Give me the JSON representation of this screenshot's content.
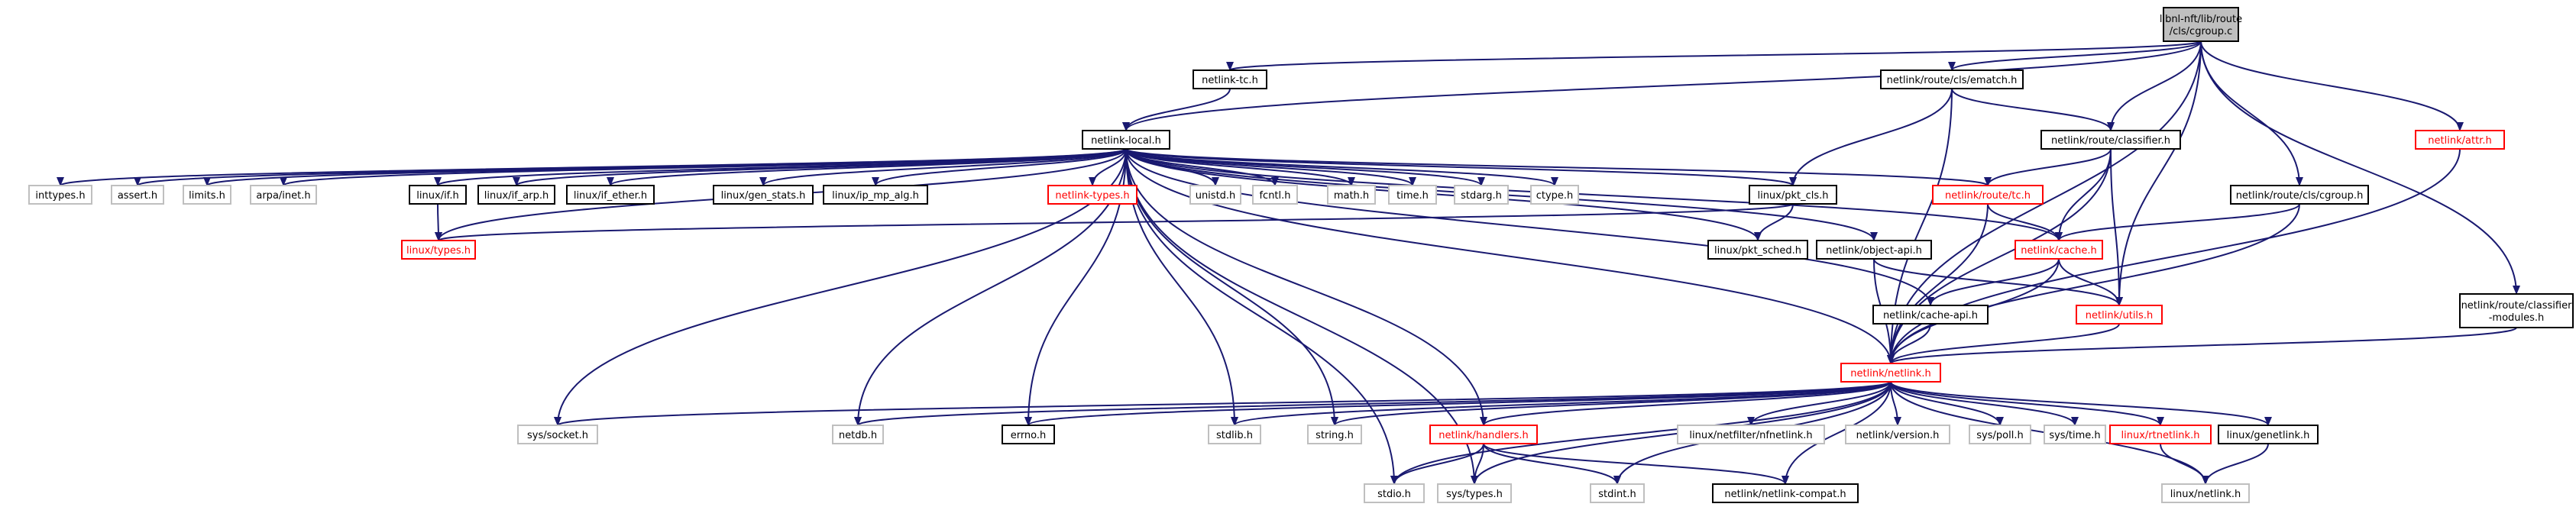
{
  "colors": {
    "edge": "#191970",
    "border_normal": "#000000",
    "border_missing": "#bfbfbf",
    "border_incomplete": "#ff0000",
    "root_fill": "#bfbfbf",
    "text_normal": "#000000",
    "text_incomplete": "#ff0000"
  },
  "nodes": [
    {
      "id": "root",
      "lines": [
        "libnl-nft/lib/route",
        "/cls/cgroup.c"
      ],
      "kind": "root"
    },
    {
      "id": "netlink_tc",
      "lines": [
        "netlink-tc.h"
      ],
      "kind": "normal"
    },
    {
      "id": "ematch",
      "lines": [
        "netlink/route/cls/ematch.h"
      ],
      "kind": "normal"
    },
    {
      "id": "netlink_local",
      "lines": [
        "netlink-local.h"
      ],
      "kind": "normal"
    },
    {
      "id": "classifier",
      "lines": [
        "netlink/route/classifier.h"
      ],
      "kind": "normal"
    },
    {
      "id": "attr",
      "lines": [
        "netlink/attr.h"
      ],
      "kind": "incomplete"
    },
    {
      "id": "inttypes",
      "lines": [
        "inttypes.h"
      ],
      "kind": "missing"
    },
    {
      "id": "assert",
      "lines": [
        "assert.h"
      ],
      "kind": "missing"
    },
    {
      "id": "limits",
      "lines": [
        "limits.h"
      ],
      "kind": "missing"
    },
    {
      "id": "arpa_inet",
      "lines": [
        "arpa/inet.h"
      ],
      "kind": "missing"
    },
    {
      "id": "linux_if",
      "lines": [
        "linux/if.h"
      ],
      "kind": "normal"
    },
    {
      "id": "linux_if_arp",
      "lines": [
        "linux/if_arp.h"
      ],
      "kind": "normal"
    },
    {
      "id": "linux_if_ether",
      "lines": [
        "linux/if_ether.h"
      ],
      "kind": "normal"
    },
    {
      "id": "linux_gen_stats",
      "lines": [
        "linux/gen_stats.h"
      ],
      "kind": "normal"
    },
    {
      "id": "linux_ip_mp_alg",
      "lines": [
        "linux/ip_mp_alg.h"
      ],
      "kind": "normal"
    },
    {
      "id": "netlink_types",
      "lines": [
        "netlink-types.h"
      ],
      "kind": "incomplete"
    },
    {
      "id": "unistd",
      "lines": [
        "unistd.h"
      ],
      "kind": "missing"
    },
    {
      "id": "fcntl",
      "lines": [
        "fcntl.h"
      ],
      "kind": "missing"
    },
    {
      "id": "math",
      "lines": [
        "math.h"
      ],
      "kind": "missing"
    },
    {
      "id": "time",
      "lines": [
        "time.h"
      ],
      "kind": "missing"
    },
    {
      "id": "stdarg",
      "lines": [
        "stdarg.h"
      ],
      "kind": "missing"
    },
    {
      "id": "ctype",
      "lines": [
        "ctype.h"
      ],
      "kind": "missing"
    },
    {
      "id": "linux_pkt_cls",
      "lines": [
        "linux/pkt_cls.h"
      ],
      "kind": "normal"
    },
    {
      "id": "route_tc",
      "lines": [
        "netlink/route/tc.h"
      ],
      "kind": "incomplete"
    },
    {
      "id": "cls_cgroup",
      "lines": [
        "netlink/route/cls/cgroup.h"
      ],
      "kind": "normal"
    },
    {
      "id": "linux_types",
      "lines": [
        "linux/types.h"
      ],
      "kind": "incomplete"
    },
    {
      "id": "linux_pkt_sched",
      "lines": [
        "linux/pkt_sched.h"
      ],
      "kind": "normal"
    },
    {
      "id": "object_api",
      "lines": [
        "netlink/object-api.h"
      ],
      "kind": "normal"
    },
    {
      "id": "cache",
      "lines": [
        "netlink/cache.h"
      ],
      "kind": "incomplete"
    },
    {
      "id": "cache_api",
      "lines": [
        "netlink/cache-api.h"
      ],
      "kind": "normal"
    },
    {
      "id": "utils",
      "lines": [
        "netlink/utils.h"
      ],
      "kind": "incomplete"
    },
    {
      "id": "classifier_modules",
      "lines": [
        "netlink/route/classifier",
        "-modules.h"
      ],
      "kind": "normal"
    },
    {
      "id": "netlink_h",
      "lines": [
        "netlink/netlink.h"
      ],
      "kind": "incomplete"
    },
    {
      "id": "sys_socket",
      "lines": [
        "sys/socket.h"
      ],
      "kind": "missing"
    },
    {
      "id": "netdb",
      "lines": [
        "netdb.h"
      ],
      "kind": "missing"
    },
    {
      "id": "errno",
      "lines": [
        "errno.h"
      ],
      "kind": "normal"
    },
    {
      "id": "stdlib",
      "lines": [
        "stdlib.h"
      ],
      "kind": "missing"
    },
    {
      "id": "string",
      "lines": [
        "string.h"
      ],
      "kind": "missing"
    },
    {
      "id": "handlers",
      "lines": [
        "netlink/handlers.h"
      ],
      "kind": "incomplete"
    },
    {
      "id": "nfnetlink",
      "lines": [
        "linux/netfilter/nfnetlink.h"
      ],
      "kind": "missing"
    },
    {
      "id": "version",
      "lines": [
        "netlink/version.h"
      ],
      "kind": "missing"
    },
    {
      "id": "sys_poll",
      "lines": [
        "sys/poll.h"
      ],
      "kind": "missing"
    },
    {
      "id": "sys_time",
      "lines": [
        "sys/time.h"
      ],
      "kind": "missing"
    },
    {
      "id": "rtnetlink",
      "lines": [
        "linux/rtnetlink.h"
      ],
      "kind": "incomplete"
    },
    {
      "id": "genetlink",
      "lines": [
        "linux/genetlink.h"
      ],
      "kind": "normal"
    },
    {
      "id": "stdio",
      "lines": [
        "stdio.h"
      ],
      "kind": "missing"
    },
    {
      "id": "sys_types",
      "lines": [
        "sys/types.h"
      ],
      "kind": "missing"
    },
    {
      "id": "stdint",
      "lines": [
        "stdint.h"
      ],
      "kind": "missing"
    },
    {
      "id": "netlink_compat",
      "lines": [
        "netlink/netlink-compat.h"
      ],
      "kind": "normal"
    },
    {
      "id": "linux_netlink",
      "lines": [
        "linux/netlink.h"
      ],
      "kind": "missing"
    }
  ],
  "edges": [
    [
      "root",
      "netlink_tc"
    ],
    [
      "root",
      "ematch"
    ],
    [
      "root",
      "netlink_local"
    ],
    [
      "root",
      "classifier"
    ],
    [
      "root",
      "attr"
    ],
    [
      "root",
      "cls_cgroup"
    ],
    [
      "root",
      "utils"
    ],
    [
      "root",
      "netlink_h"
    ],
    [
      "root",
      "classifier_modules"
    ],
    [
      "netlink_tc",
      "netlink_local"
    ],
    [
      "ematch",
      "classifier"
    ],
    [
      "ematch",
      "linux_pkt_cls"
    ],
    [
      "ematch",
      "netlink_h"
    ],
    [
      "netlink_local",
      "inttypes"
    ],
    [
      "netlink_local",
      "assert"
    ],
    [
      "netlink_local",
      "limits"
    ],
    [
      "netlink_local",
      "arpa_inet"
    ],
    [
      "netlink_local",
      "linux_if"
    ],
    [
      "netlink_local",
      "linux_if_arp"
    ],
    [
      "netlink_local",
      "linux_if_ether"
    ],
    [
      "netlink_local",
      "linux_gen_stats"
    ],
    [
      "netlink_local",
      "linux_ip_mp_alg"
    ],
    [
      "netlink_local",
      "netlink_types"
    ],
    [
      "netlink_local",
      "unistd"
    ],
    [
      "netlink_local",
      "fcntl"
    ],
    [
      "netlink_local",
      "math"
    ],
    [
      "netlink_local",
      "time"
    ],
    [
      "netlink_local",
      "stdarg"
    ],
    [
      "netlink_local",
      "ctype"
    ],
    [
      "netlink_local",
      "linux_pkt_cls"
    ],
    [
      "netlink_local",
      "route_tc"
    ],
    [
      "netlink_local",
      "linux_types"
    ],
    [
      "netlink_local",
      "linux_pkt_sched"
    ],
    [
      "netlink_local",
      "object_api"
    ],
    [
      "netlink_local",
      "cache"
    ],
    [
      "netlink_local",
      "cache_api"
    ],
    [
      "netlink_local",
      "netlink_h"
    ],
    [
      "netlink_local",
      "sys_socket"
    ],
    [
      "netlink_local",
      "netdb"
    ],
    [
      "netlink_local",
      "errno"
    ],
    [
      "netlink_local",
      "stdlib"
    ],
    [
      "netlink_local",
      "string"
    ],
    [
      "netlink_local",
      "handlers"
    ],
    [
      "netlink_local",
      "stdio"
    ],
    [
      "netlink_local",
      "sys_types"
    ],
    [
      "classifier",
      "route_tc"
    ],
    [
      "classifier",
      "cache"
    ],
    [
      "classifier",
      "utils"
    ],
    [
      "classifier",
      "netlink_h"
    ],
    [
      "attr",
      "netlink_h"
    ],
    [
      "linux_if",
      "linux_types"
    ],
    [
      "linux_pkt_cls",
      "linux_types"
    ],
    [
      "linux_pkt_cls",
      "linux_pkt_sched"
    ],
    [
      "route_tc",
      "cache"
    ],
    [
      "route_tc",
      "netlink_h"
    ],
    [
      "cls_cgroup",
      "cache"
    ],
    [
      "cls_cgroup",
      "netlink_h"
    ],
    [
      "object_api",
      "utils"
    ],
    [
      "object_api",
      "netlink_h"
    ],
    [
      "cache",
      "cache_api"
    ],
    [
      "cache",
      "utils"
    ],
    [
      "cache",
      "netlink_h"
    ],
    [
      "cache_api",
      "netlink_h"
    ],
    [
      "utils",
      "netlink_h"
    ],
    [
      "classifier_modules",
      "netlink_h"
    ],
    [
      "netlink_h",
      "sys_socket"
    ],
    [
      "netlink_h",
      "netdb"
    ],
    [
      "netlink_h",
      "errno"
    ],
    [
      "netlink_h",
      "stdlib"
    ],
    [
      "netlink_h",
      "string"
    ],
    [
      "netlink_h",
      "handlers"
    ],
    [
      "netlink_h",
      "nfnetlink"
    ],
    [
      "netlink_h",
      "version"
    ],
    [
      "netlink_h",
      "sys_poll"
    ],
    [
      "netlink_h",
      "sys_time"
    ],
    [
      "netlink_h",
      "rtnetlink"
    ],
    [
      "netlink_h",
      "genetlink"
    ],
    [
      "netlink_h",
      "stdio"
    ],
    [
      "netlink_h",
      "sys_types"
    ],
    [
      "netlink_h",
      "stdint"
    ],
    [
      "netlink_h",
      "netlink_compat"
    ],
    [
      "netlink_h",
      "linux_netlink"
    ],
    [
      "handlers",
      "stdio"
    ],
    [
      "handlers",
      "sys_types"
    ],
    [
      "handlers",
      "stdint"
    ],
    [
      "handlers",
      "netlink_compat"
    ],
    [
      "rtnetlink",
      "linux_netlink"
    ],
    [
      "genetlink",
      "linux_netlink"
    ]
  ]
}
